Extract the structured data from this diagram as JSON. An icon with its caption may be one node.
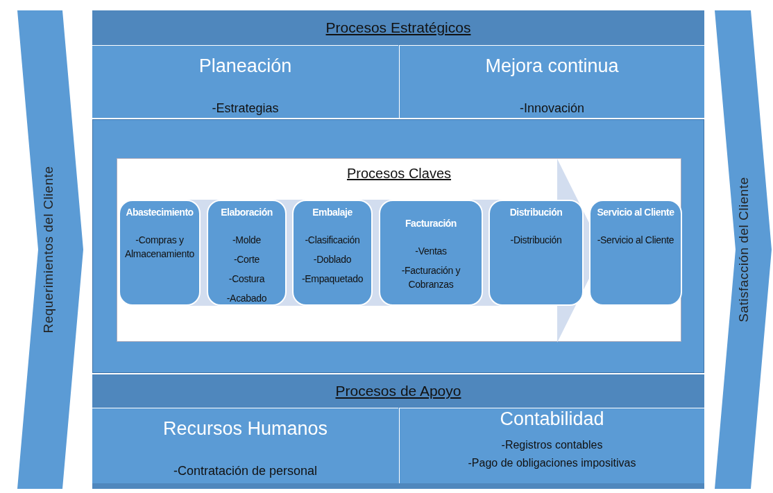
{
  "diagram": {
    "nodes": [
      {
        "text": [
          "Requerimientos del Cliente"
        ]
      },
      {
        "text": [
          "Procesos Estratégicos"
        ]
      },
      {
        "text": [
          "Planeación",
          "-Estrategias"
        ],
        "in": 1
      },
      {
        "text": [
          "Mejora continua",
          "-Innovación"
        ],
        "in": 1
      },
      {
        "text": [
          "Procesos Claves"
        ]
      },
      {
        "text": [
          "Abastecimiento",
          "-Compras y Almacenamiento"
        ],
        "in": 4
      },
      {
        "text": [
          "Elaboración",
          "-Molde",
          "-Corte",
          "-Costura",
          "-Acabado"
        ],
        "in": 4
      },
      {
        "text": [
          "Embalaje",
          "-Clasificación",
          "-Doblado",
          "-Empaquetado"
        ],
        "in": 4
      },
      {
        "text": [
          "Facturación",
          "-Ventas",
          "-Facturación y Cobranzas"
        ],
        "in": 4
      },
      {
        "text": [
          "Distribución",
          "-Distribución"
        ],
        "in": 4
      },
      {
        "text": [
          "Servicio al Cliente",
          "-Servicio al Cliente"
        ],
        "in": 4
      },
      {
        "text": [
          "Procesos de Apoyo"
        ]
      },
      {
        "text": [
          "Recursos Humanos",
          "-Contratación de personal"
        ],
        "in": 11
      },
      {
        "text": [
          "Contabilidad",
          "-Registros contables",
          "-Pago de obligaciones impositivas"
        ],
        "in": 11
      },
      {
        "text": [
          "Satisfacción del Cliente"
        ]
      }
    ],
    "edges": []
  }
}
